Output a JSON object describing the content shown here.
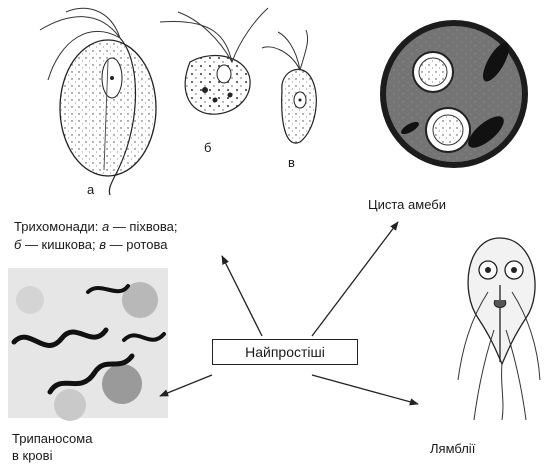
{
  "center_label": "Найпростіші",
  "trichomonas": {
    "figure_labels": {
      "a": "а",
      "b": "б",
      "c": "в"
    },
    "caption_line1_prefix": "Трихомонади:",
    "caption_a_letter": "а",
    "caption_a_text": "— піхвова;",
    "caption_b_letter": "б",
    "caption_b_text": "— кишкова;",
    "caption_c_letter": "в",
    "caption_c_text": "— ротова"
  },
  "amoeba_cyst": {
    "label": "Циста амеби"
  },
  "trypanosome": {
    "label_line1": "Трипаносома",
    "label_line2": "в крові"
  },
  "giardia": {
    "label": "Лямблії"
  }
}
